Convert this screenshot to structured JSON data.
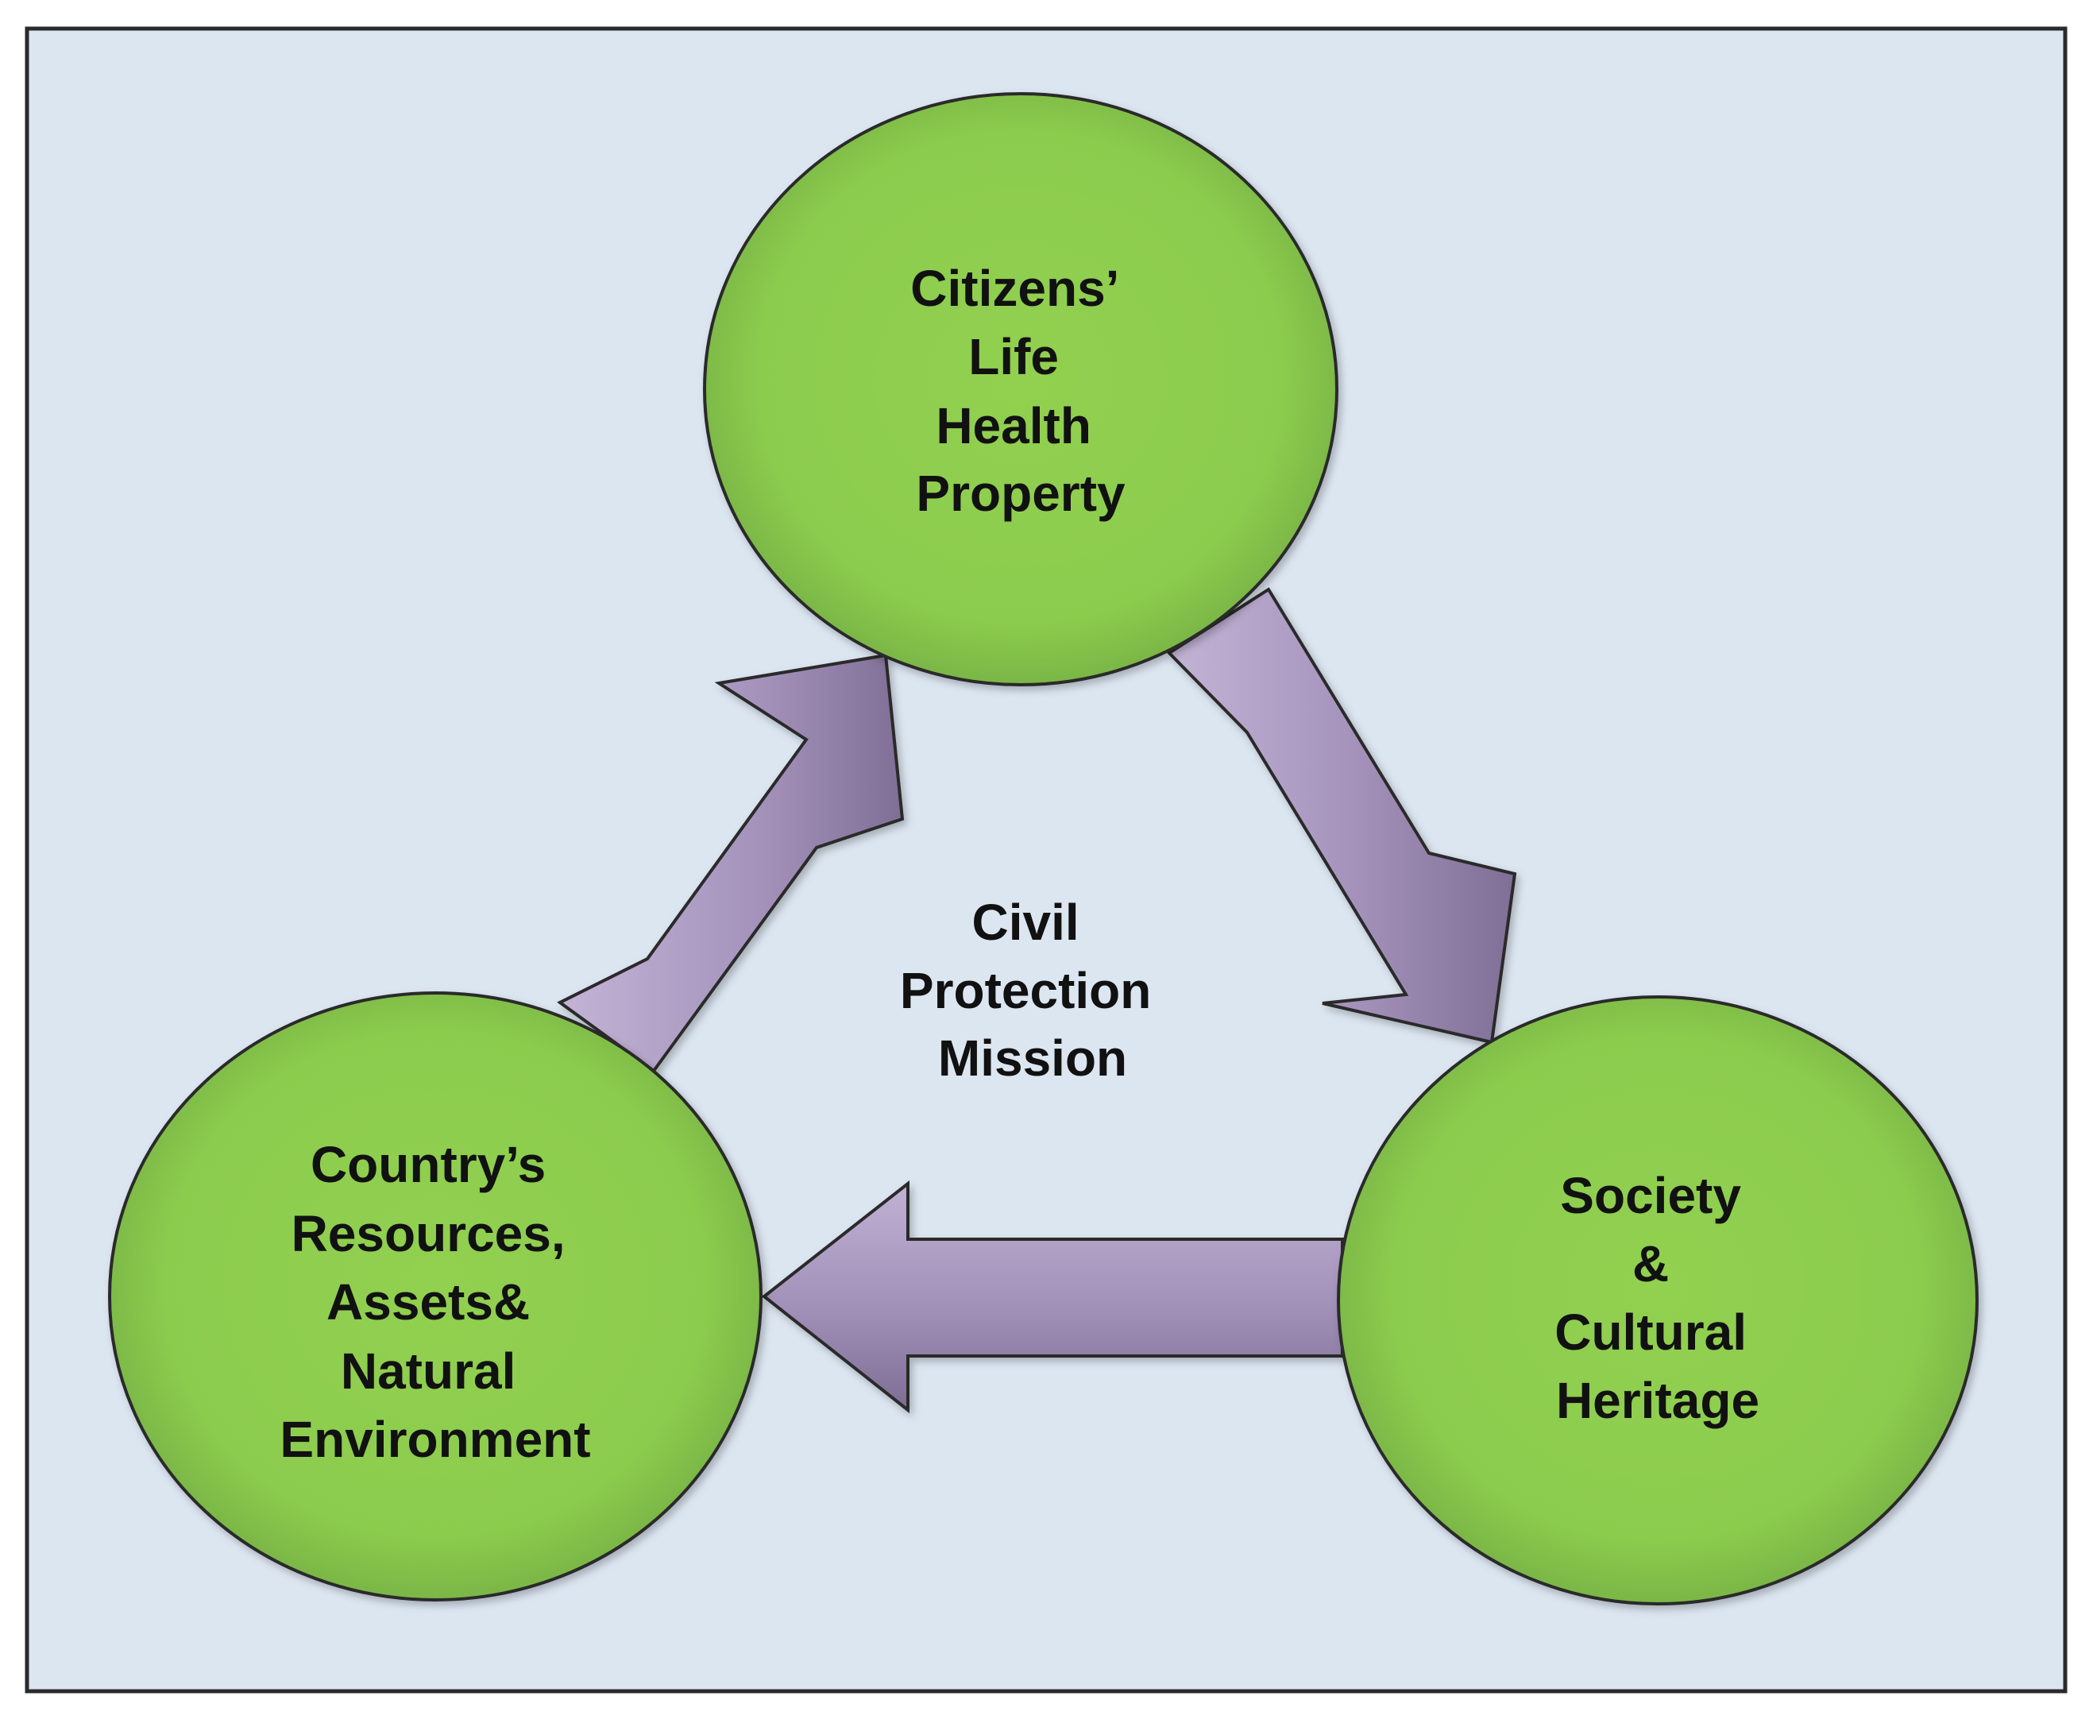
{
  "center": {
    "lines": [
      "Civil",
      "Protection",
      "Mission"
    ]
  },
  "nodes": [
    {
      "id": "top",
      "lines": [
        "Citizens’",
        "Life",
        "Health",
        "Property"
      ]
    },
    {
      "id": "right",
      "lines": [
        "Society",
        "&",
        "Cultural",
        "Heritage"
      ]
    },
    {
      "id": "left",
      "lines": [
        "Country’s",
        "Resources,",
        "Assets&",
        "Natural",
        "Environment"
      ]
    }
  ],
  "colors": {
    "frame_bg": "#dce6f1",
    "frame_border": "#222222",
    "circle_fill_light": "#8fd04f",
    "circle_fill_dark": "#7ab648",
    "arrow_fill_light": "#b6a6c8",
    "arrow_fill_dark": "#8b7a9e",
    "text": "#111111"
  }
}
